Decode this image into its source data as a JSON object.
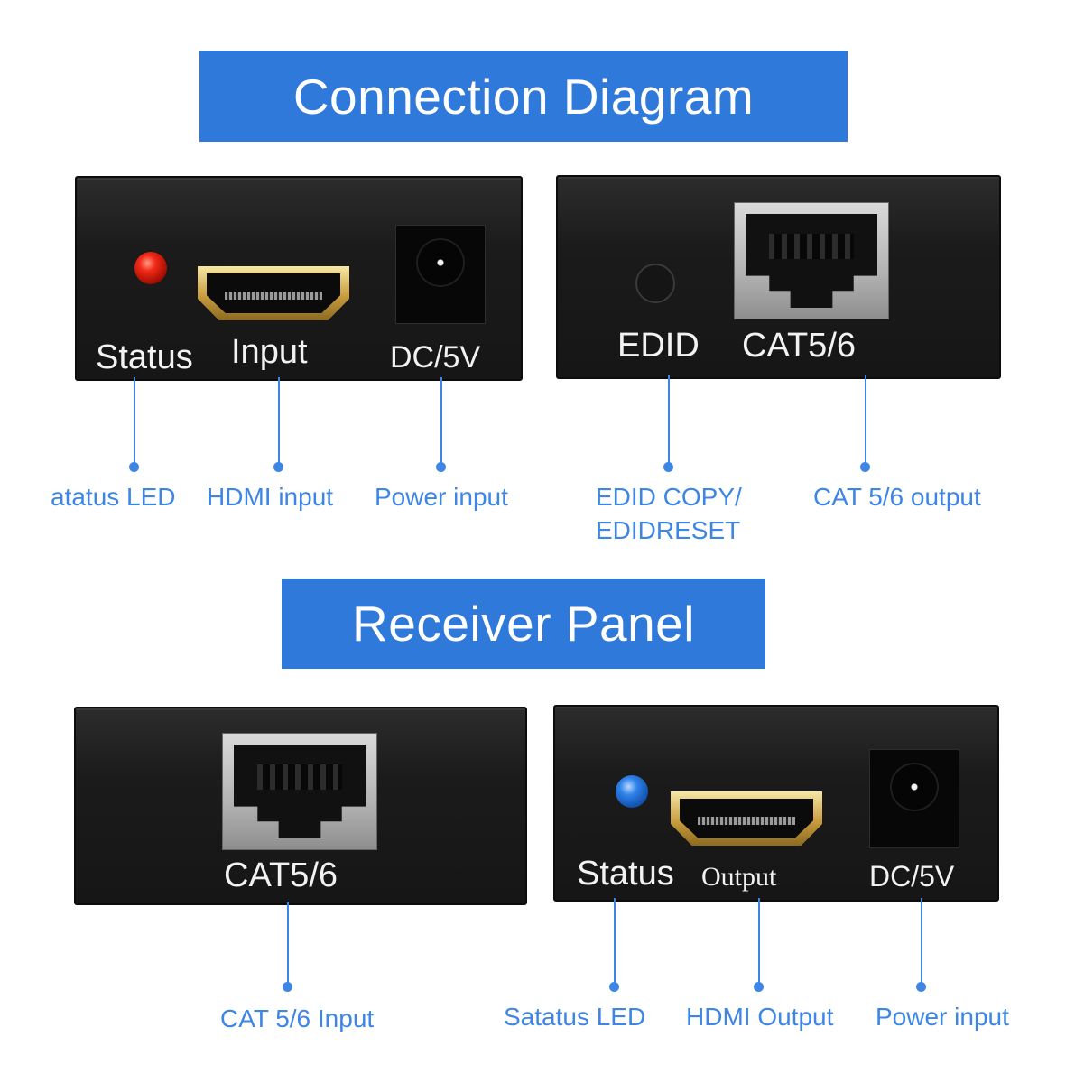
{
  "banners": {
    "connection": "Connection Diagram",
    "receiver": "Receiver Panel"
  },
  "transmitter_front": {
    "status": "Status",
    "input": "Input",
    "dc": "DC/5V",
    "callouts": {
      "status_led": "atatus LED",
      "hdmi_input": "HDMI input",
      "power_input": "Power input"
    }
  },
  "transmitter_back": {
    "edid": "EDID",
    "cat": "CAT5/6",
    "callouts": {
      "edid_copy_line1": "EDID COPY/",
      "edid_copy_line2": "EDIDRESET",
      "cat_output": "CAT 5/6 output"
    }
  },
  "receiver_front": {
    "cat": "CAT5/6",
    "callouts": {
      "cat_input": "CAT 5/6 Input"
    }
  },
  "receiver_back": {
    "status": "Status",
    "output": "Output",
    "dc": "DC/5V",
    "callouts": {
      "status_led": "Satatus LED",
      "hdmi_output": "HDMI Output",
      "power_input": "Power input"
    }
  },
  "colors": {
    "banner": "#2f79db",
    "callout": "#3d86e6",
    "panel": "#1b1b1b",
    "led_status_transmitter": "#e8241a",
    "led_status_receiver": "#2a7fe8"
  }
}
